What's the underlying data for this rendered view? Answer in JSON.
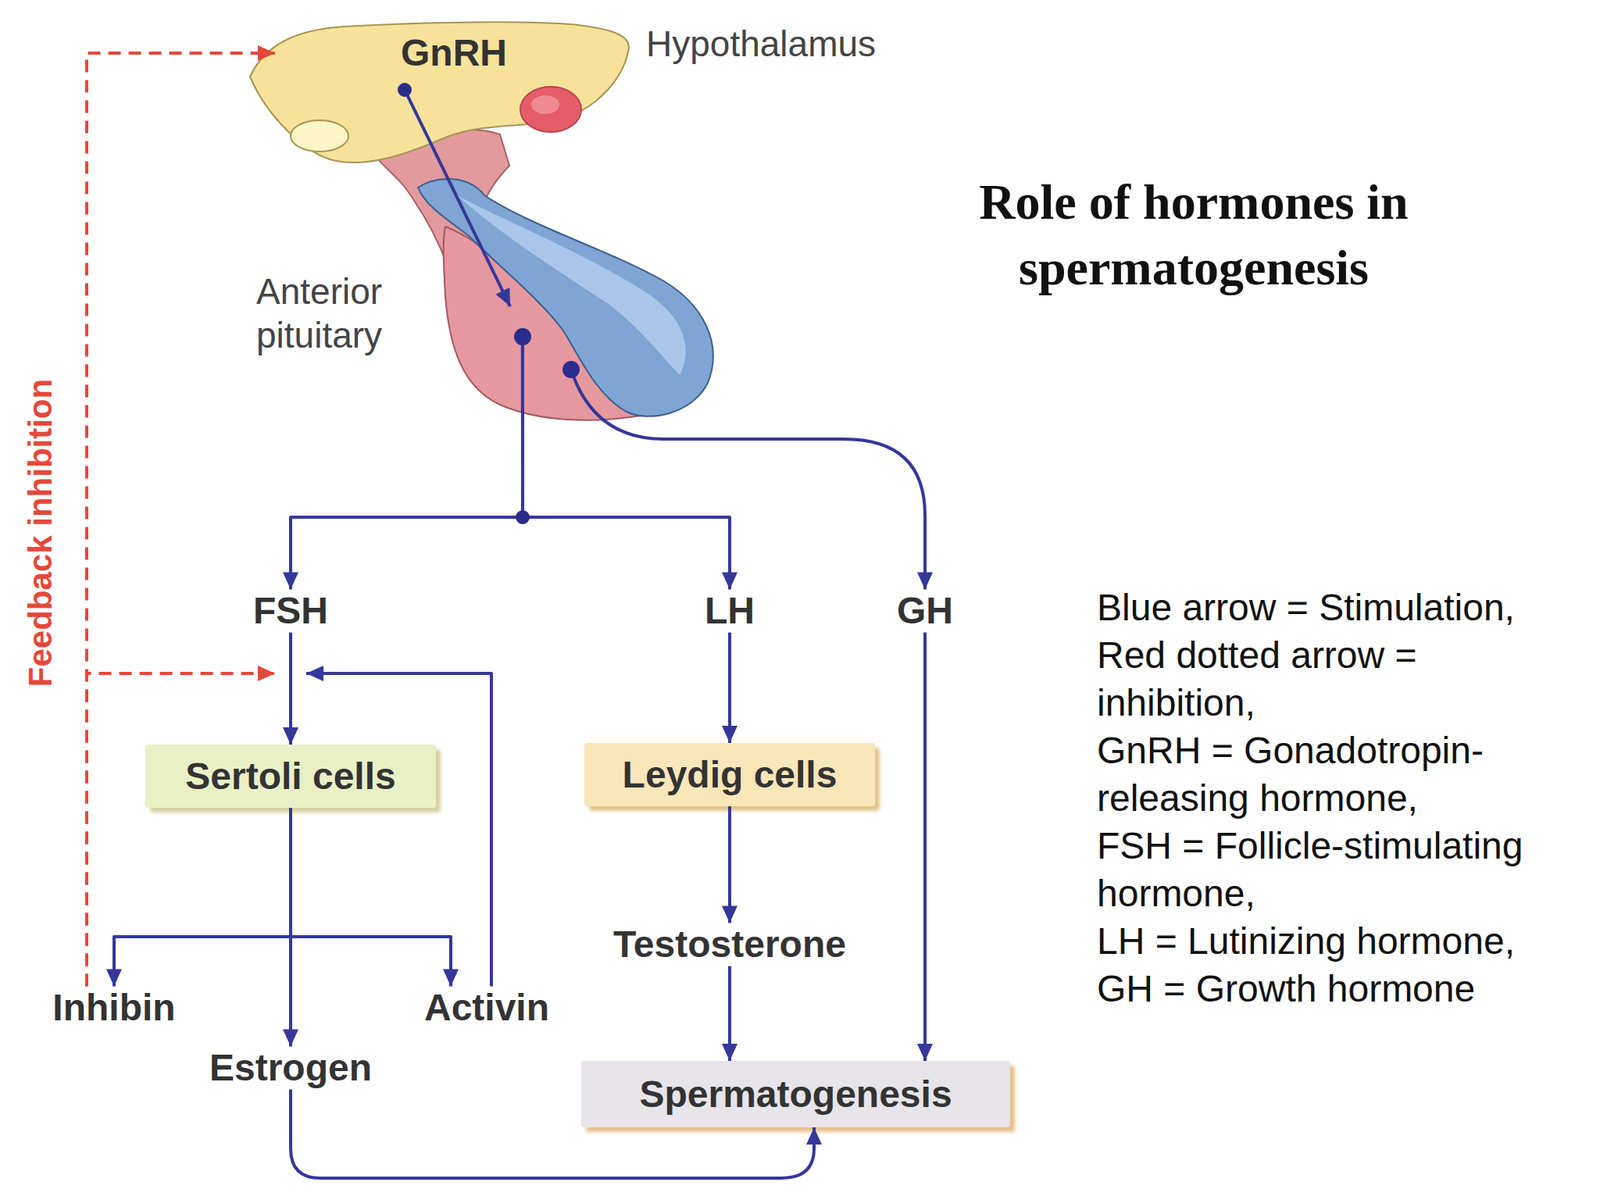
{
  "diagram": {
    "title": "Role of hormones in spermatogenesis",
    "nodes": [
      {
        "text": [
          "GnRH",
          "Hypothalamus"
        ]
      },
      {
        "text": [
          "Anterior pituitary"
        ]
      },
      {
        "text": [
          "FSH"
        ]
      },
      {
        "text": [
          "LH"
        ]
      },
      {
        "text": [
          "GH"
        ]
      },
      {
        "text": [
          "Sertoli cells"
        ]
      },
      {
        "text": [
          "Leydig cells"
        ]
      },
      {
        "text": [
          "Testosterone"
        ]
      },
      {
        "text": [
          "Inhibin"
        ]
      },
      {
        "text": [
          "Activin"
        ]
      },
      {
        "text": [
          "Estrogen"
        ]
      },
      {
        "text": [
          "Spermatogenesis"
        ]
      }
    ],
    "edges": [
      {
        "from": 0,
        "to": 1,
        "arrow": "to"
      },
      {
        "from": 1,
        "to": 2,
        "arrow": "to"
      },
      {
        "from": 1,
        "to": 3,
        "arrow": "to"
      },
      {
        "from": 1,
        "to": 4,
        "arrow": "to"
      },
      {
        "from": 2,
        "to": 5,
        "arrow": "to"
      },
      {
        "from": 3,
        "to": 6,
        "arrow": "to"
      },
      {
        "from": 5,
        "to": 8,
        "arrow": "to"
      },
      {
        "from": 5,
        "to": 9,
        "arrow": "to"
      },
      {
        "from": 5,
        "to": 10,
        "arrow": "to"
      },
      {
        "from": 6,
        "to": 7,
        "arrow": "to"
      },
      {
        "from": 7,
        "to": 11,
        "arrow": "to"
      },
      {
        "from": 4,
        "to": 11,
        "arrow": "to"
      },
      {
        "from": 10,
        "to": 11,
        "arrow": "to"
      },
      {
        "from": 9,
        "to": 2,
        "arrow": "to"
      },
      {
        "from": 8,
        "to": 0,
        "label": "Feedback inhibition",
        "arrow": "to"
      },
      {
        "from": 8,
        "to": 2,
        "arrow": "to"
      }
    ],
    "labels": [
      "Blue arrow = Stimulation,",
      "Red dotted arrow = inhibition,",
      "GnRH = Gonadotropin-releasing hormone,",
      "FSH = Follicle-stimulating hormone,",
      "LH = Lutinizing hormone,",
      "GH = Growth hormone"
    ]
  }
}
